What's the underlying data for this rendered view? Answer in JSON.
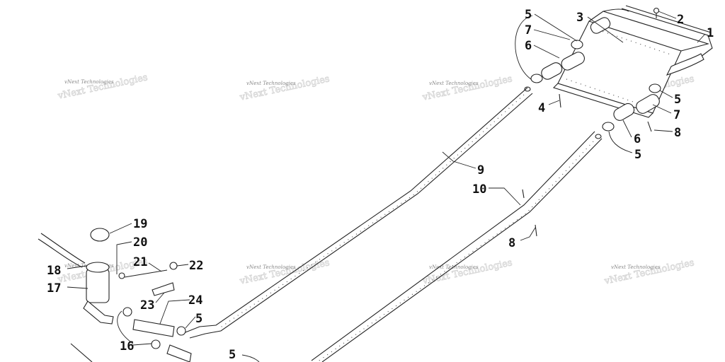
{
  "watermark": "vNext Technologies",
  "callouts": [
    {
      "id": "c1",
      "label": "1"
    },
    {
      "id": "c2",
      "label": "2"
    },
    {
      "id": "c3",
      "label": "3"
    },
    {
      "id": "c4",
      "label": "4"
    },
    {
      "id": "c5a",
      "label": "5"
    },
    {
      "id": "c5b",
      "label": "5"
    },
    {
      "id": "c5c",
      "label": "5"
    },
    {
      "id": "c5d",
      "label": "5"
    },
    {
      "id": "c5e",
      "label": "5"
    },
    {
      "id": "c6a",
      "label": "6"
    },
    {
      "id": "c6b",
      "label": "6"
    },
    {
      "id": "c7a",
      "label": "7"
    },
    {
      "id": "c7b",
      "label": "7"
    },
    {
      "id": "c8a",
      "label": "8"
    },
    {
      "id": "c8b",
      "label": "8"
    },
    {
      "id": "c9",
      "label": "9"
    },
    {
      "id": "c10",
      "label": "10"
    },
    {
      "id": "c16",
      "label": "16"
    },
    {
      "id": "c17",
      "label": "17"
    },
    {
      "id": "c18",
      "label": "18"
    },
    {
      "id": "c19",
      "label": "19"
    },
    {
      "id": "c20",
      "label": "20"
    },
    {
      "id": "c21",
      "label": "21"
    },
    {
      "id": "c22",
      "label": "22"
    },
    {
      "id": "c23",
      "label": "23"
    },
    {
      "id": "c24",
      "label": "24"
    }
  ]
}
